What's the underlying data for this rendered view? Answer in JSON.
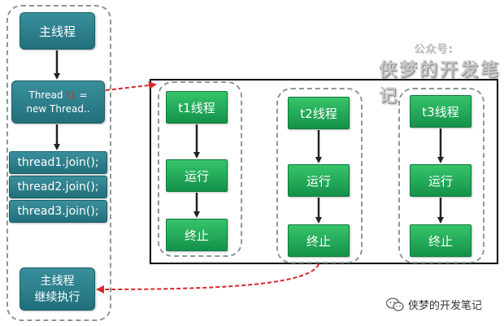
{
  "main_column": {
    "main_thread": "主线程",
    "thread_new_prefix": "Thread ",
    "thread_new_var": "t1",
    "thread_new_suffix": " =",
    "thread_new_line2": "new Thread..",
    "joins": [
      "thread1.join();",
      "thread2.join();",
      "thread3.join();"
    ],
    "continue_line1": "主线程",
    "continue_line2": "继续执行"
  },
  "watermark": {
    "label": "公众号:",
    "name": "侠梦的开发笔记"
  },
  "threads": [
    {
      "name": "t1线程",
      "run": "运行",
      "stop": "终止"
    },
    {
      "name": "t2线程",
      "run": "运行",
      "stop": "终止"
    },
    {
      "name": "t3线程",
      "run": "运行",
      "stop": "终止"
    }
  ],
  "footer": {
    "text": "侠梦的开发笔记",
    "icon": "wechat-icon"
  },
  "colors": {
    "teal": "#2a7f8b",
    "green": "#1fa554",
    "arrow_red": "#d9252b",
    "var_red": "#c0392b",
    "dash_gray": "#8a9a94"
  }
}
